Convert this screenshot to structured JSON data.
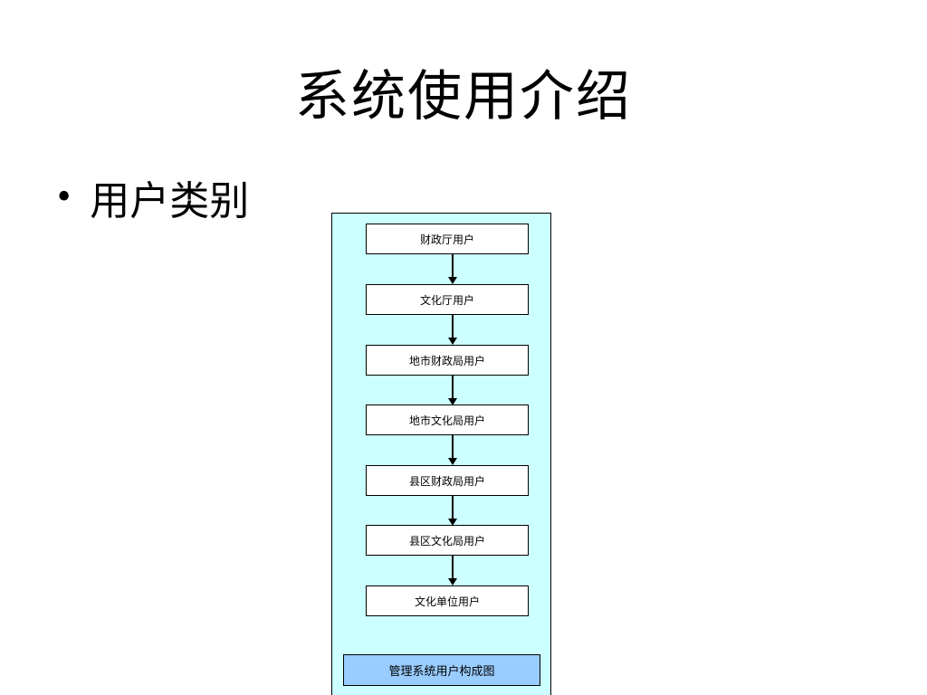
{
  "slide": {
    "title": "系统使用介绍",
    "bullet": {
      "symbol": "•",
      "text": "用户类别"
    }
  },
  "diagram": {
    "panel_color": "#ccffff",
    "nodes": [
      "财政厅用户",
      "文化厅用户",
      "地市财政局用户",
      "地市文化局用户",
      "县区财政局用户",
      "县区文化局用户",
      "文化单位用户"
    ],
    "caption": "管理系统用户构成图",
    "caption_color": "#99ccff"
  }
}
